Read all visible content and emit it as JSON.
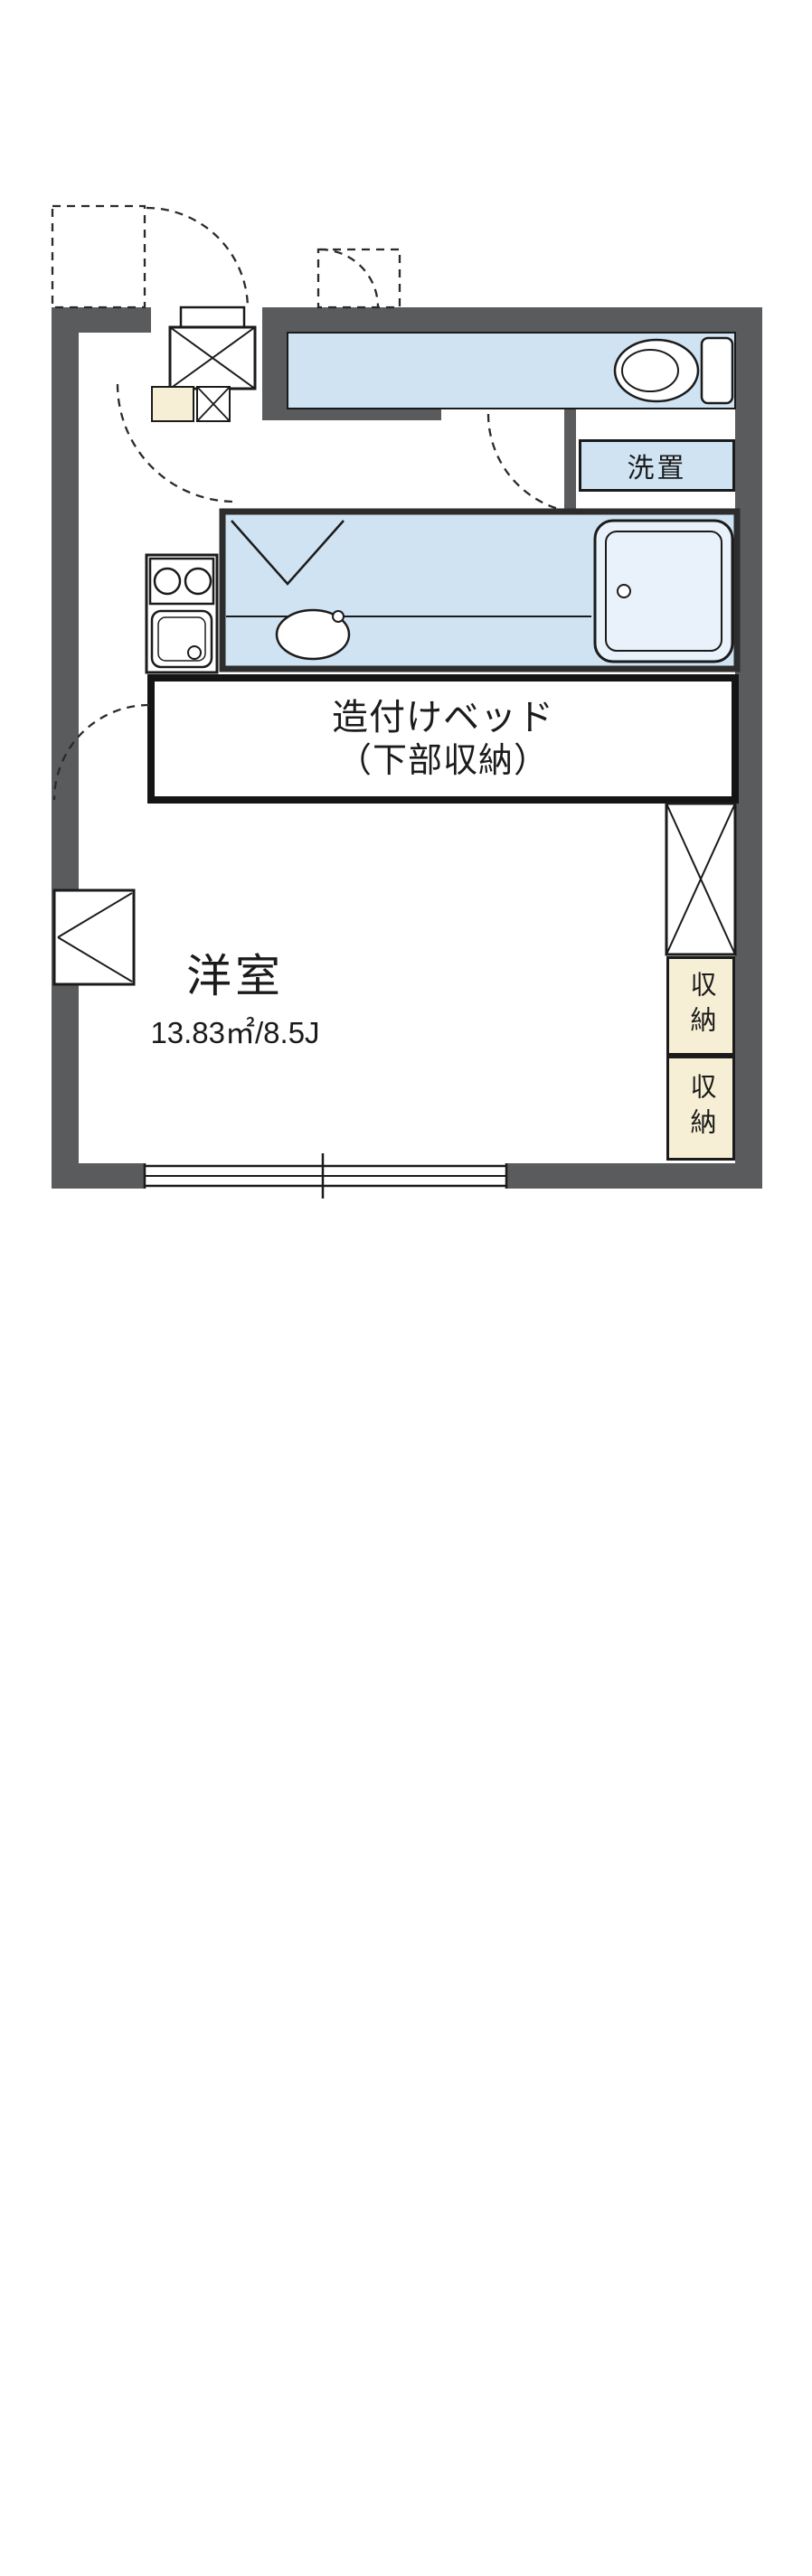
{
  "colors": {
    "wall": "#595b5d",
    "water": "#cfe3f3",
    "tub": "#e9f2fa",
    "storage": "#f7efd5",
    "line": "#1b1b1b",
    "background": "#ffffff"
  },
  "plan": {
    "laundry": {
      "label": "洗置"
    },
    "bed": {
      "line1": "造付けベッド",
      "line2": "（下部収納）"
    },
    "room": {
      "label": "洋室",
      "size": "13.83㎡/8.5J"
    },
    "storage_upper": {
      "label": "収納"
    },
    "storage_lower": {
      "label": "収納"
    }
  }
}
